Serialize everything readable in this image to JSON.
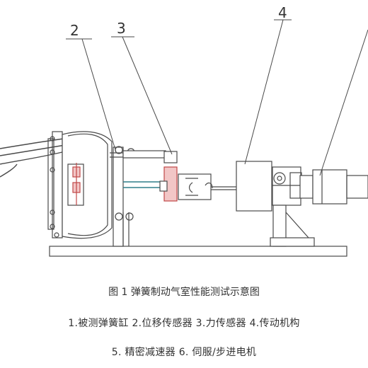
{
  "callouts": {
    "c2": "2",
    "c3": "3",
    "c4": "4"
  },
  "caption": {
    "title": "图 1  弹簧制动气室性能测试示意图",
    "line1": "1.被测弹簧缸  2.位移传感器  3.力传感器  4.传动机构",
    "line2": "5. 精密减速器   6. 伺服/步进电机"
  },
  "colors": {
    "line": "#4a4a4a",
    "sensor_fill": "#f2c6c6",
    "sensor_stroke": "#c04848",
    "rod": "#2f7f8a"
  }
}
